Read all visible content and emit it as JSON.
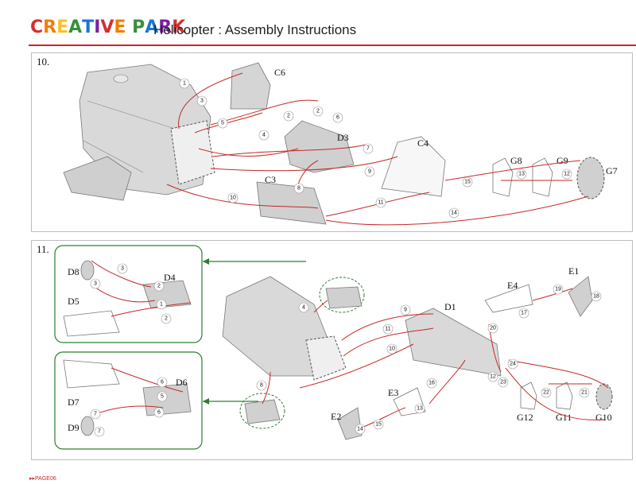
{
  "header": {
    "logo_text": "CREATIVE PARK",
    "title": "Helicopter : Assembly Instructions"
  },
  "steps": {
    "step10": "10.",
    "step11": "11."
  },
  "panel10_labels": {
    "C6": "C6",
    "D3": "D3",
    "C4": "C4",
    "C3": "C3",
    "G8": "G8",
    "G9": "G9",
    "G7": "G7"
  },
  "panel10_numbers": [
    "1",
    "2",
    "3",
    "4",
    "5",
    "6",
    "7",
    "8",
    "9",
    "10",
    "11",
    "12",
    "13",
    "14",
    "15",
    "2"
  ],
  "panel11_labels": {
    "D1": "D1",
    "E4": "E4",
    "E1": "E1",
    "E3": "E3",
    "E2": "E2",
    "G12": "G12",
    "G11": "G11",
    "G10": "G10",
    "D8": "D8",
    "D4": "D4",
    "D5": "D5",
    "D7": "D7",
    "D6": "D6",
    "D9": "D9"
  },
  "panel11_numbers": [
    "4",
    "9",
    "11",
    "10",
    "8",
    "20",
    "19",
    "18",
    "17",
    "16",
    "13",
    "15",
    "14",
    "12",
    "23",
    "24",
    "22",
    "21",
    "3",
    "3",
    "2",
    "1",
    "2",
    "6",
    "5",
    "6",
    "7",
    "7"
  ],
  "footer": {
    "page": "PAGE06"
  },
  "colors": {
    "accent": "#c62828",
    "green": "#2e7d32",
    "part": "#d9d9d9"
  }
}
